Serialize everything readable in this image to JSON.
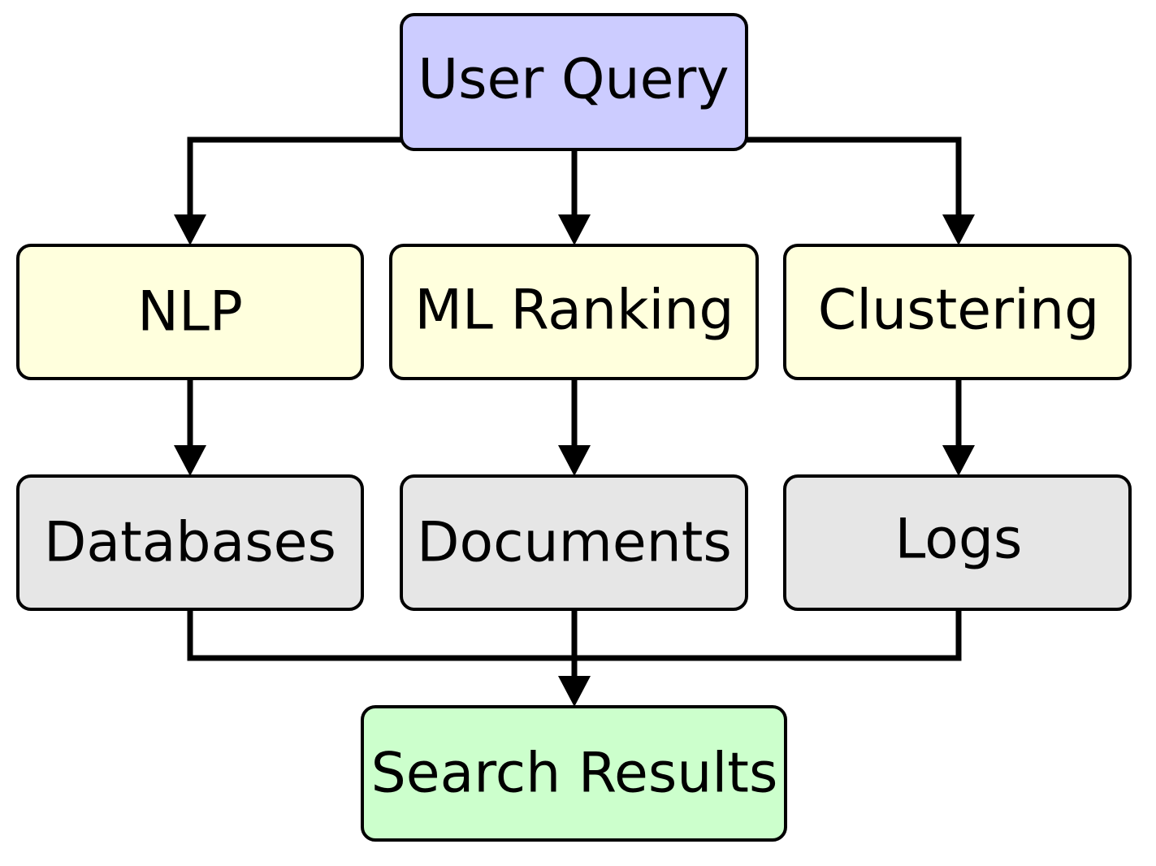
{
  "nodes": {
    "query": {
      "label": "User Query",
      "color": "#ccccff"
    },
    "nlp": {
      "label": "NLP",
      "color": "#ffffdd"
    },
    "ml": {
      "label": "ML Ranking",
      "color": "#ffffdd"
    },
    "clustering": {
      "label": "Clustering",
      "color": "#ffffdd"
    },
    "databases": {
      "label": "Databases",
      "color": "#e6e6e6"
    },
    "documents": {
      "label": "Documents",
      "color": "#e6e6e6"
    },
    "logs": {
      "label": "Logs",
      "color": "#e6e6e6"
    },
    "results": {
      "label": "Search Results",
      "color": "#ccffcc"
    }
  },
  "edges": [
    {
      "from": "query",
      "to": "nlp"
    },
    {
      "from": "query",
      "to": "ml"
    },
    {
      "from": "query",
      "to": "clustering"
    },
    {
      "from": "nlp",
      "to": "databases"
    },
    {
      "from": "ml",
      "to": "documents"
    },
    {
      "from": "clustering",
      "to": "logs"
    },
    {
      "from": "databases",
      "to": "results"
    },
    {
      "from": "documents",
      "to": "results"
    },
    {
      "from": "logs",
      "to": "results"
    }
  ]
}
